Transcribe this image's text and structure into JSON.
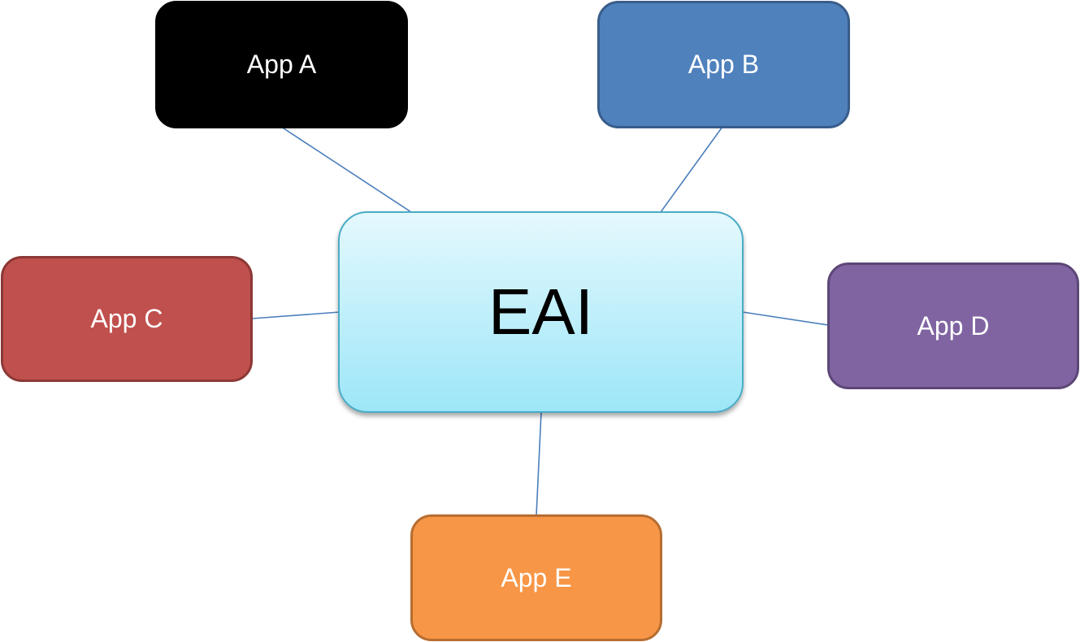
{
  "diagram": {
    "hub": {
      "label": "EAI",
      "fill_top": "#e4f9fd",
      "fill_bottom": "#9de6f8",
      "border": "#4bacc6"
    },
    "nodes": [
      {
        "id": "app-a",
        "label": "App A",
        "fill": "#000000",
        "border": "#000000"
      },
      {
        "id": "app-b",
        "label": "App B",
        "fill": "#4f81bd",
        "border": "#385d8a"
      },
      {
        "id": "app-c",
        "label": "App C",
        "fill": "#c0504d",
        "border": "#8c3836"
      },
      {
        "id": "app-d",
        "label": "App D",
        "fill": "#8064a2",
        "border": "#5c4776"
      },
      {
        "id": "app-e",
        "label": "App E",
        "fill": "#f79646",
        "border": "#b66d31"
      }
    ],
    "connector_color": "#4a7ebb"
  }
}
